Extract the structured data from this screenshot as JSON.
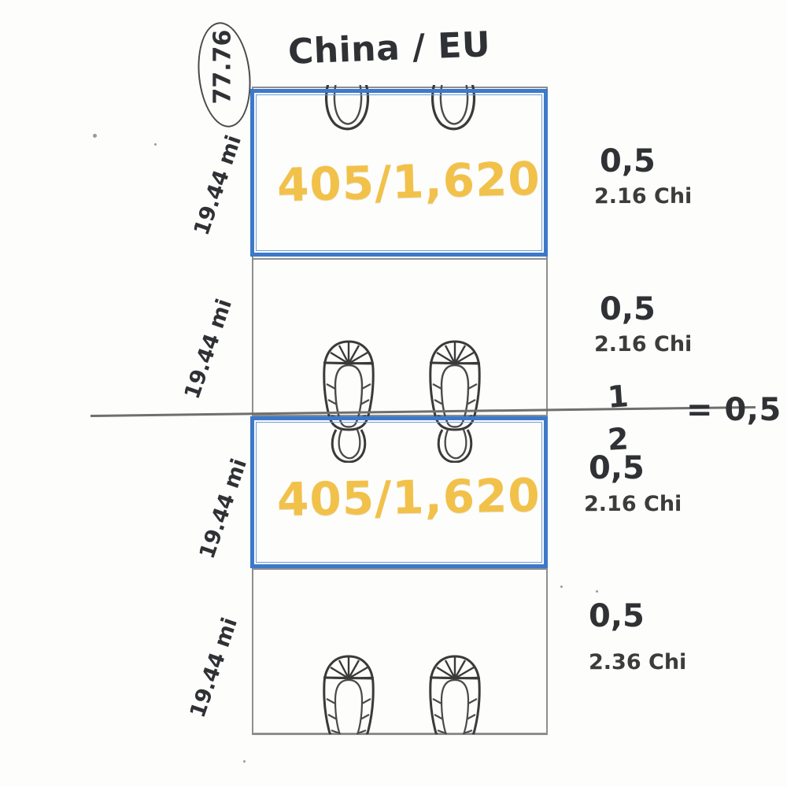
{
  "title": "China / EU",
  "badge": {
    "value": "77.76",
    "shape": "ellipse"
  },
  "colors": {
    "highlight_box": "#3d79c9",
    "handwriting_yellow": "#f2c14a",
    "pencil_grey": "#8e8e8e",
    "ink_dark": "#2f3134"
  },
  "left_dimensions": [
    {
      "label": "19.44 mi"
    },
    {
      "label": "19.44 mi"
    },
    {
      "label": "19.44 mi"
    },
    {
      "label": "19.44 mi"
    }
  ],
  "highlight_boxes": [
    {
      "value": "405/1,620"
    },
    {
      "value": "405/1,620"
    }
  ],
  "right_annotations": [
    {
      "big": "0,5",
      "small": "2.16 Chi"
    },
    {
      "big": "0,5",
      "small": "2.16 Chi"
    },
    {
      "big": "0,5",
      "small": "2.16 Chi"
    },
    {
      "big": "0,5",
      "small": "2.36 Chi"
    }
  ],
  "fraction": {
    "numerator": "1",
    "denominator": "2",
    "equals": "= 0,5"
  },
  "icons": {
    "shoe": "shoe-print-icon",
    "heel": "shoe-heel-icon"
  }
}
